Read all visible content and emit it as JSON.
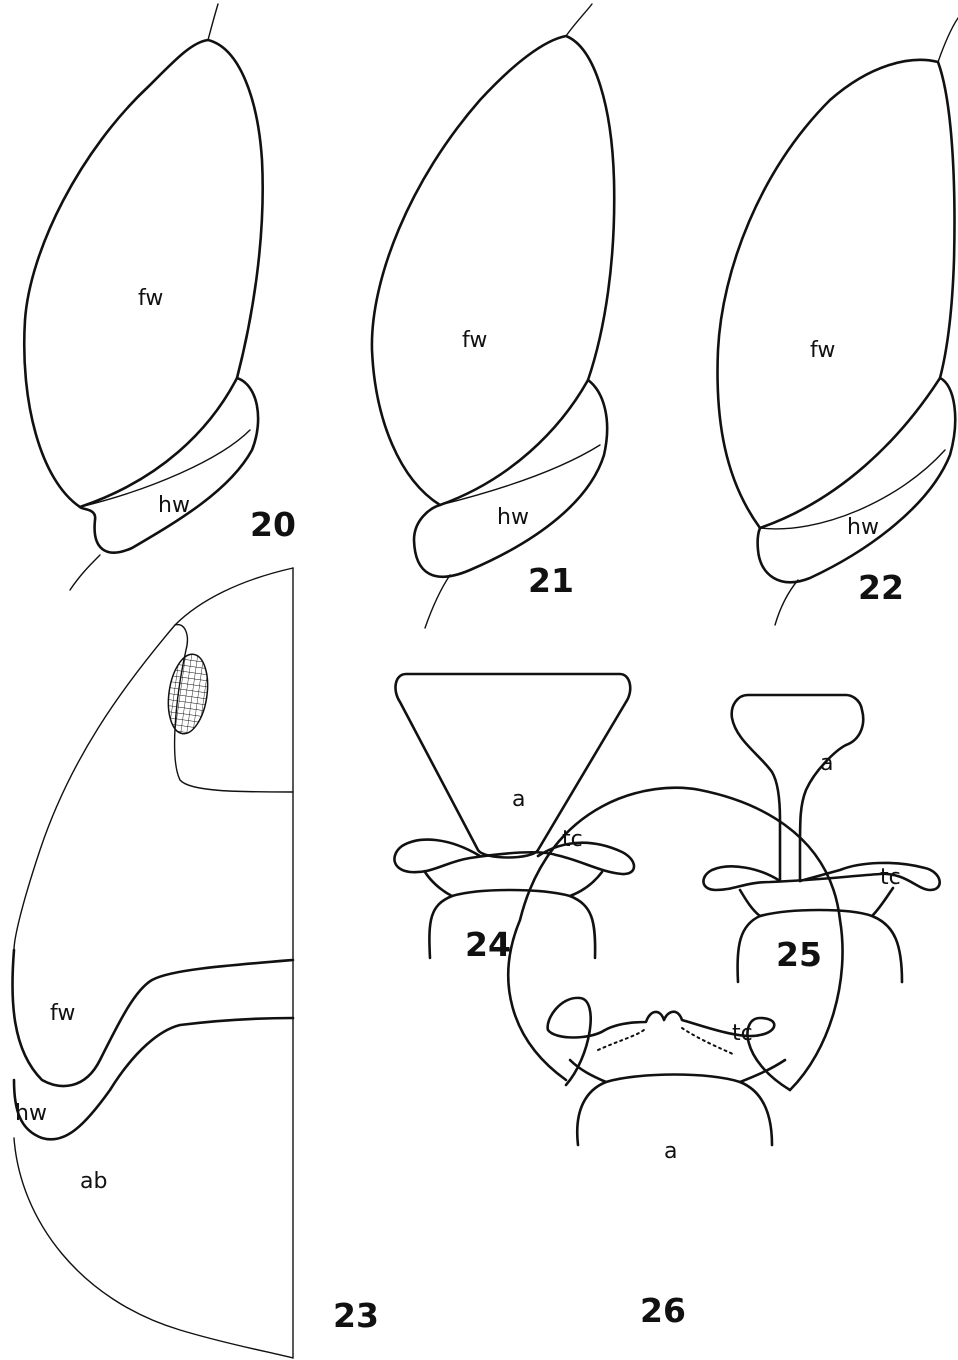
{
  "figures": {
    "f20": {
      "number": "20",
      "fw": "fw",
      "hw": "hw"
    },
    "f21": {
      "number": "21",
      "fw": "fw",
      "hw": "hw"
    },
    "f22": {
      "number": "22",
      "fw": "fw",
      "hw": "hw"
    },
    "f23": {
      "number": "23",
      "fw": "fw",
      "hw": "hw",
      "ab": "ab"
    },
    "f24": {
      "number": "24",
      "a": "a",
      "tc": "tc"
    },
    "f25": {
      "number": "25",
      "a": "a",
      "tc": "tc"
    },
    "f26": {
      "number": "26",
      "a": "a",
      "tc": "tc"
    }
  }
}
